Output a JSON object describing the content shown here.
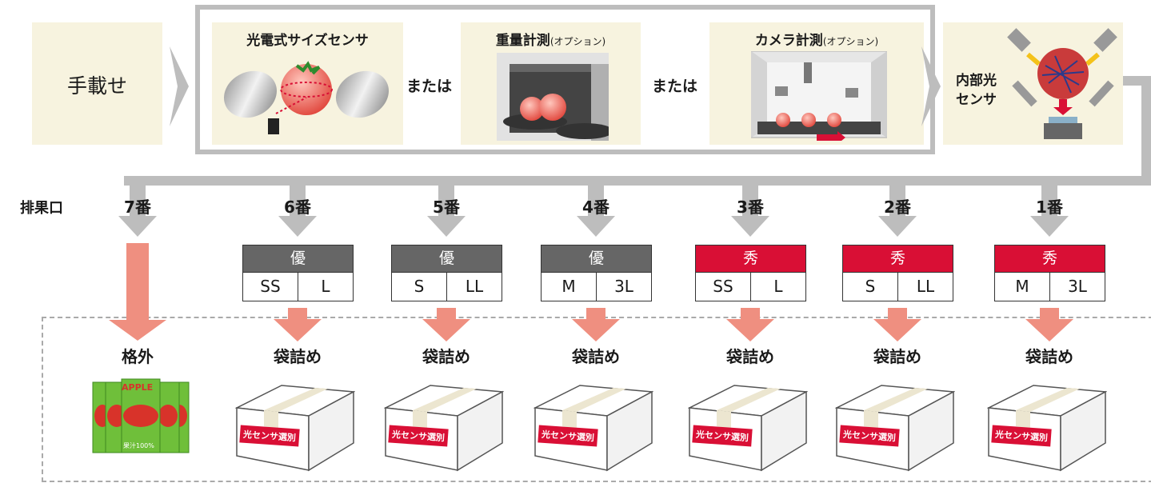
{
  "input": {
    "manual_load": "手載せ"
  },
  "measurement": {
    "optical_size_sensor": "光電式サイズセンサ",
    "weight_label": "重量計測",
    "weight_option": "(オプション)",
    "camera_label": "カメラ計測",
    "camera_option": "(オプション)",
    "or_1": "または",
    "or_2": "または"
  },
  "internal_sensor": {
    "line1": "内部光",
    "line2": "センサ"
  },
  "outlets": {
    "heading": "排果口",
    "items": [
      {
        "number": "7番",
        "reject_label": "格外"
      },
      {
        "number": "6番",
        "grade": "優",
        "size_a": "SS",
        "size_b": "L",
        "color": "#666666"
      },
      {
        "number": "5番",
        "grade": "優",
        "size_a": "S",
        "size_b": "LL",
        "color": "#666666"
      },
      {
        "number": "4番",
        "grade": "優",
        "size_a": "M",
        "size_b": "3L",
        "color": "#666666"
      },
      {
        "number": "3番",
        "grade": "秀",
        "size_a": "SS",
        "size_b": "L",
        "color": "#d90f35"
      },
      {
        "number": "2番",
        "grade": "秀",
        "size_a": "S",
        "size_b": "LL",
        "color": "#d90f35"
      },
      {
        "number": "1番",
        "grade": "秀",
        "size_a": "M",
        "size_b": "3L",
        "color": "#d90f35"
      }
    ]
  },
  "packing": {
    "bag_label": "袋詰め",
    "box_sticker": "光センサ選別"
  },
  "juice_can": {
    "brand": "APPLE",
    "content": "果汁100%"
  },
  "colors": {
    "accent_red": "#d90f35",
    "grade_gray": "#666666",
    "panel_beige": "#f7f3df",
    "arrow_gray": "#bdbdbd",
    "arrow_salmon": "#ef8f80"
  }
}
